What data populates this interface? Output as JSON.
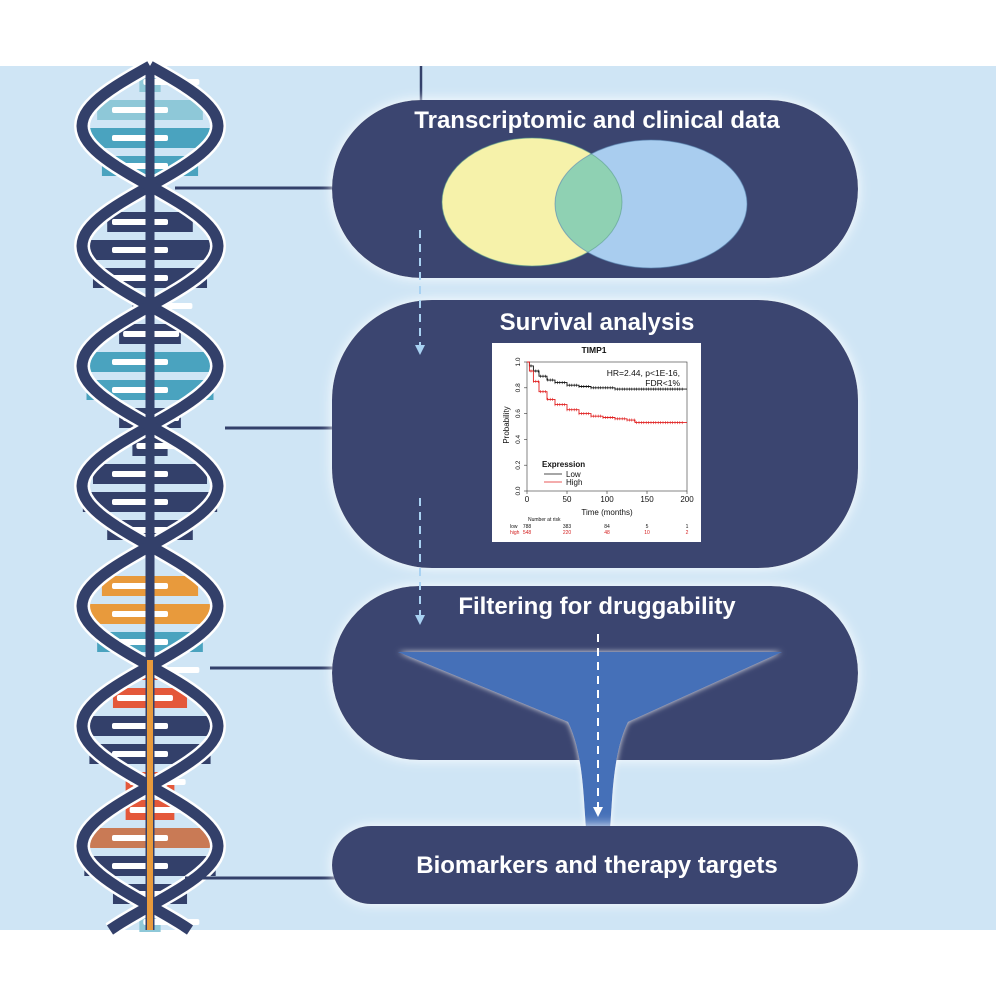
{
  "colors": {
    "background": "#cfe5f5",
    "panel": "#3b4570",
    "panel_glow": "#ffffff",
    "venn_left": "#f6f2aa",
    "venn_right": "#a9cdef",
    "venn_overlap": "#8fd1b3",
    "funnel": "#4470b8",
    "dna_backbone": "#33406a",
    "km_low": "#111111",
    "km_high": "#e02020"
  },
  "panels": [
    {
      "title": "Transcriptomic and clinical data"
    },
    {
      "title": "Survival analysis"
    },
    {
      "title": "Filtering for druggability"
    },
    {
      "title": "Biomarkers and therapy targets"
    }
  ],
  "km_plot": {
    "title": "TIMP1",
    "stats_line1": "HR=2.44, p<1E-16,",
    "stats_line2": "FDR<1%",
    "ylabel": "Probability",
    "xlabel": "Time (months)",
    "legend_title": "Expression",
    "legend_low": "Low",
    "legend_high": "High",
    "risk_header": "Number at risk",
    "risk_low_label": "low",
    "risk_high_label": "high",
    "risk_low": [
      "788",
      "383",
      "84",
      "5",
      "1"
    ],
    "risk_high": [
      "548",
      "220",
      "48",
      "10",
      "2"
    ],
    "ytick_labels": [
      "1.0",
      "0.8",
      "0.6",
      "0.4",
      "0.2",
      "0.0"
    ],
    "xtick_labels": [
      "0",
      "50",
      "100",
      "150",
      "200"
    ]
  },
  "chart_data": {
    "type": "line",
    "title": "TIMP1",
    "xlabel": "Time (months)",
    "ylabel": "Probability",
    "xlim": [
      0,
      200
    ],
    "ylim": [
      0,
      1
    ],
    "legend": "bottom-left",
    "series": [
      {
        "name": "Low",
        "color": "#111111",
        "x": [
          0,
          3,
          8,
          15,
          25,
          35,
          50,
          65,
          80,
          95,
          110,
          130,
          150,
          175,
          200
        ],
        "y": [
          1.0,
          0.97,
          0.93,
          0.89,
          0.86,
          0.84,
          0.82,
          0.81,
          0.8,
          0.8,
          0.79,
          0.79,
          0.79,
          0.79,
          0.79
        ]
      },
      {
        "name": "High",
        "color": "#e02020",
        "x": [
          0,
          3,
          8,
          15,
          25,
          35,
          50,
          65,
          80,
          95,
          110,
          125,
          135,
          150,
          175,
          200
        ],
        "y": [
          1.0,
          0.93,
          0.85,
          0.77,
          0.71,
          0.67,
          0.63,
          0.6,
          0.58,
          0.57,
          0.56,
          0.55,
          0.53,
          0.53,
          0.53,
          0.53
        ]
      }
    ]
  }
}
